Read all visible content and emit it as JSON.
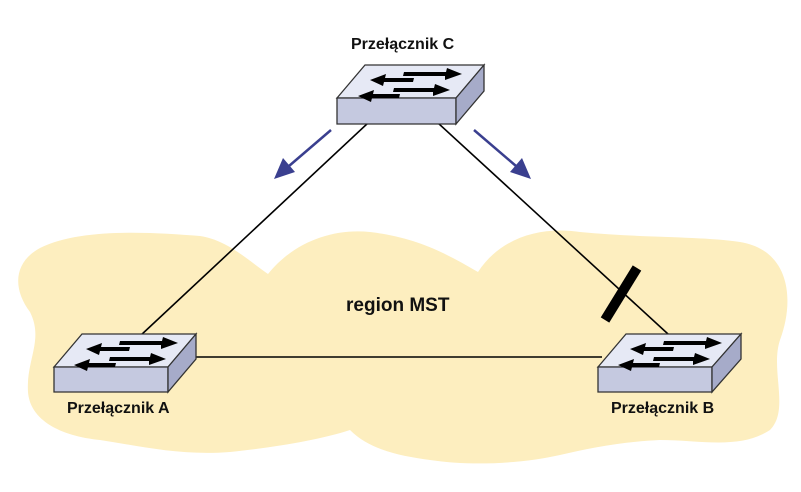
{
  "diagram": {
    "region_label": "region MST",
    "switches": {
      "c": {
        "label": "Przełącznik C"
      },
      "a": {
        "label": "Przełącznik A"
      },
      "b": {
        "label": "Przełącznik B"
      }
    },
    "links": [
      {
        "from": "c",
        "to": "a",
        "state": "forwarding"
      },
      {
        "from": "c",
        "to": "b",
        "state": "blocked"
      },
      {
        "from": "a",
        "to": "b",
        "state": "forwarding"
      }
    ],
    "colors": {
      "region_fill": "#fdeebf",
      "switch_top": "#e6e9f5",
      "switch_front": "#c5c9e0",
      "switch_side": "#a6abc9",
      "flow_arrow": "#3a3f8f",
      "link": "#000000"
    }
  }
}
